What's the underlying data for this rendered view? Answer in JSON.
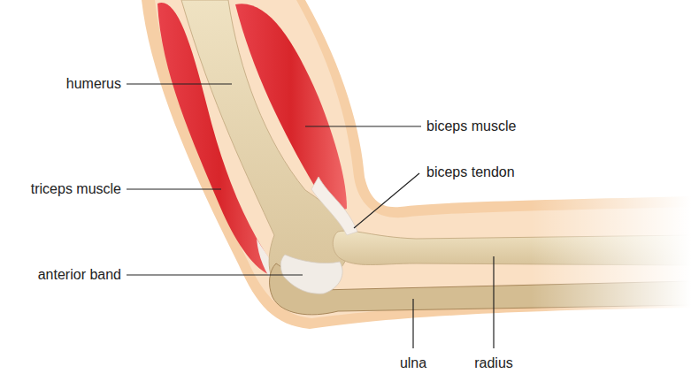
{
  "diagram": {
    "labels": [
      "humerus",
      "biceps muscle",
      "biceps tendon",
      "triceps muscle",
      "anterior band",
      "ulna",
      "radius"
    ]
  }
}
